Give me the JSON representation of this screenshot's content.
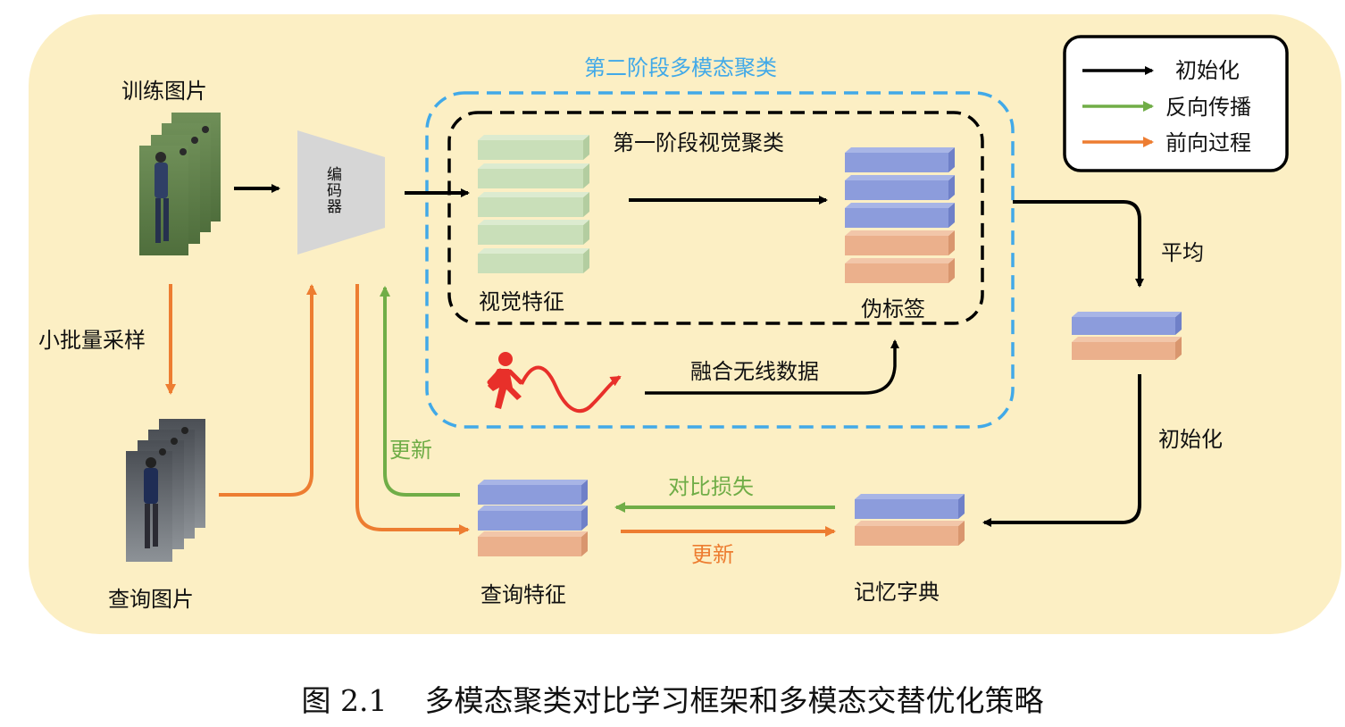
{
  "labels": {
    "train_images": "训练图片",
    "minibatch": "小批量采样",
    "query_images": "查询图片",
    "encoder": "编码器",
    "stage2": "第二阶段多模态聚类",
    "stage1": "第一阶段视觉聚类",
    "visual_features": "视觉特征",
    "pseudo_labels": "伪标签",
    "fuse_wireless": "融合无线数据",
    "update_green": "更新",
    "query_features": "查询特征",
    "contrastive_loss": "对比损失",
    "update_orange": "更新",
    "memory_dict": "记忆字典",
    "average": "平均",
    "init": "初始化"
  },
  "legend": {
    "items": [
      {
        "label": "初始化",
        "color": "#000000"
      },
      {
        "label": "反向传播",
        "color": "#70AD47"
      },
      {
        "label": "前向过程",
        "color": "#ED7D31"
      }
    ]
  },
  "caption": "图 2.1    多模态聚类对比学习框架和多模态交替优化策略",
  "colors": {
    "background_panel": "#FCEFC4",
    "blue_dashed": "#41A9E8",
    "feature_green": "#C9DFB9",
    "feature_blue": "#8C9CDC",
    "feature_orange": "#EBB08C",
    "arrow_green": "#70AD47",
    "arrow_orange": "#ED7D31",
    "wave_red": "#E8302A"
  }
}
